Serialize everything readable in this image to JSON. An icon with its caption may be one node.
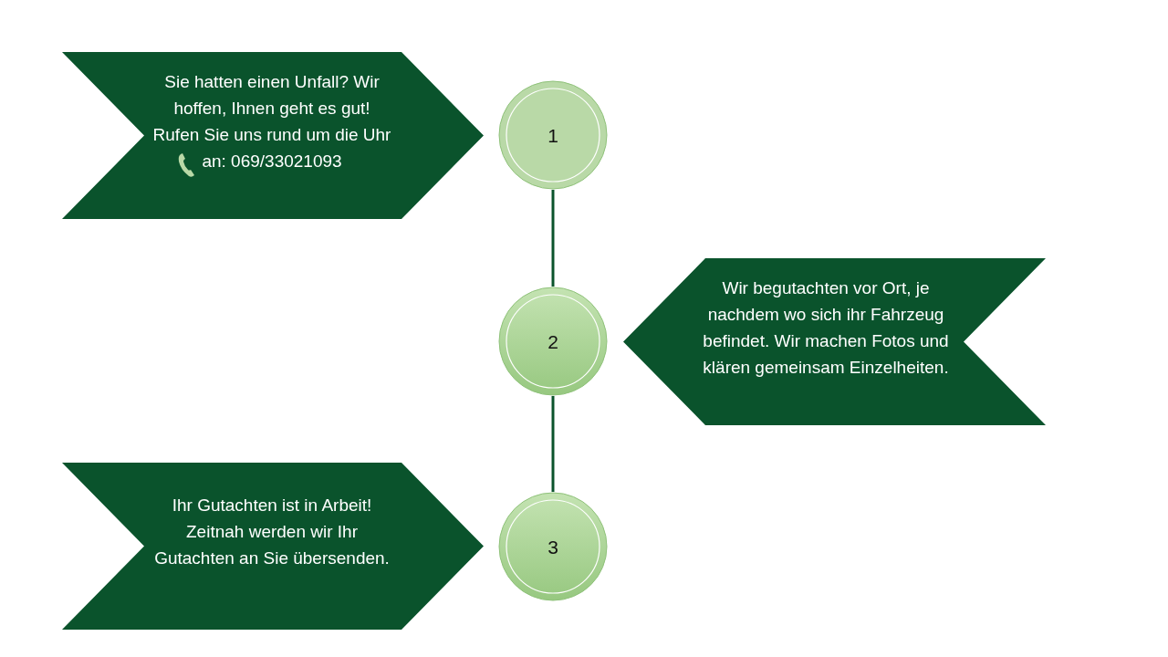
{
  "diagram": {
    "nodes": [
      {
        "text": [
          "Sie hatten einen Unfall? Wir hoffen, Ihnen geht es gut! Rufen Sie uns rund um die Uhr an: 069/33021093"
        ]
      },
      {
        "text": [
          "1"
        ]
      },
      {
        "text": [
          "2"
        ]
      },
      {
        "text": [
          "Wir begutachten vor Ort, je nachdem wo sich ihr Fahrzeug befindet. Wir machen Fotos und klären gemeinsam Einzelheiten."
        ]
      },
      {
        "text": [
          "Ihr Gutachten ist in Arbeit! Zeitnah werden wir Ihr Gutachten an Sie übersenden."
        ]
      },
      {
        "text": [
          "3"
        ]
      }
    ],
    "edges": [
      {
        "from": 1,
        "to": 2,
        "arrow": "none"
      },
      {
        "from": 2,
        "to": 5,
        "arrow": "none"
      }
    ]
  }
}
